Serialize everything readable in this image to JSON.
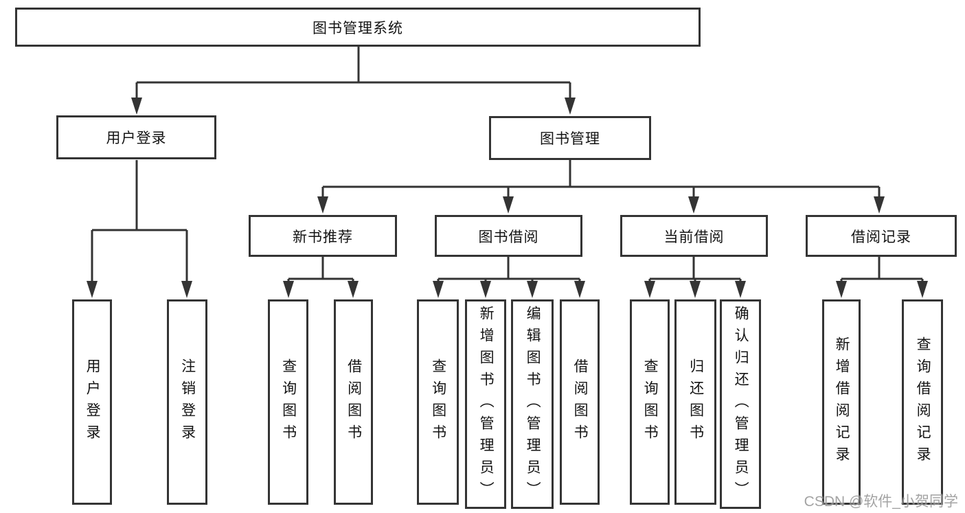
{
  "diagram": {
    "root": {
      "label": "图书管理系统"
    },
    "branches": [
      {
        "label": "用户登录",
        "children": [
          {
            "label": "用户登录"
          },
          {
            "label": "注销登录"
          }
        ]
      },
      {
        "label": "图书管理",
        "children": [
          {
            "label": "新书推荐",
            "children": [
              {
                "label": "查询图书"
              },
              {
                "label": "借阅图书"
              }
            ]
          },
          {
            "label": "图书借阅",
            "children": [
              {
                "label": "查询图书"
              },
              {
                "label": "新增图书（管理员）"
              },
              {
                "label": "编辑图书（管理员）"
              },
              {
                "label": "借阅图书"
              }
            ]
          },
          {
            "label": "当前借阅",
            "children": [
              {
                "label": "查询图书"
              },
              {
                "label": "归还图书"
              },
              {
                "label": "确认归还（管理员）"
              }
            ]
          },
          {
            "label": "借阅记录",
            "children": [
              {
                "label": "新增借阅记录"
              },
              {
                "label": "查询借阅记录"
              }
            ]
          }
        ]
      }
    ]
  },
  "watermark": {
    "text": "CSDN @软件_小贺同学"
  },
  "colors": {
    "background": "#ffffff",
    "line": "#343434",
    "box_border": "#343434",
    "text": "#141414",
    "watermark": "#808080"
  }
}
